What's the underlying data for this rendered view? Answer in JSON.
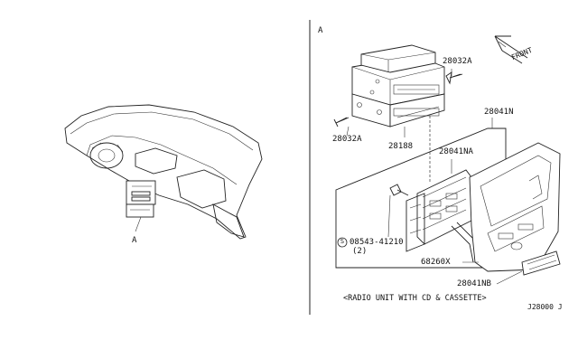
{
  "labels": {
    "left_ref": "A",
    "right_ref": "A",
    "front": "FRONT",
    "screw_top": "28032A",
    "screw_left": "28032A",
    "radio": "28188",
    "panel": "28041N",
    "panel_a": "28041NA",
    "bolt": "08543-41210",
    "bolt_qty": "(2)",
    "bracket": "68260X",
    "panel_b": "28041NB",
    "caption": "<RADIO UNIT WITH CD & CASSETTE>",
    "ref_code": "J28000 J"
  },
  "icons": {
    "front_arrow": "front-arrow-icon",
    "bolt_symbol": "circled-s-icon"
  }
}
